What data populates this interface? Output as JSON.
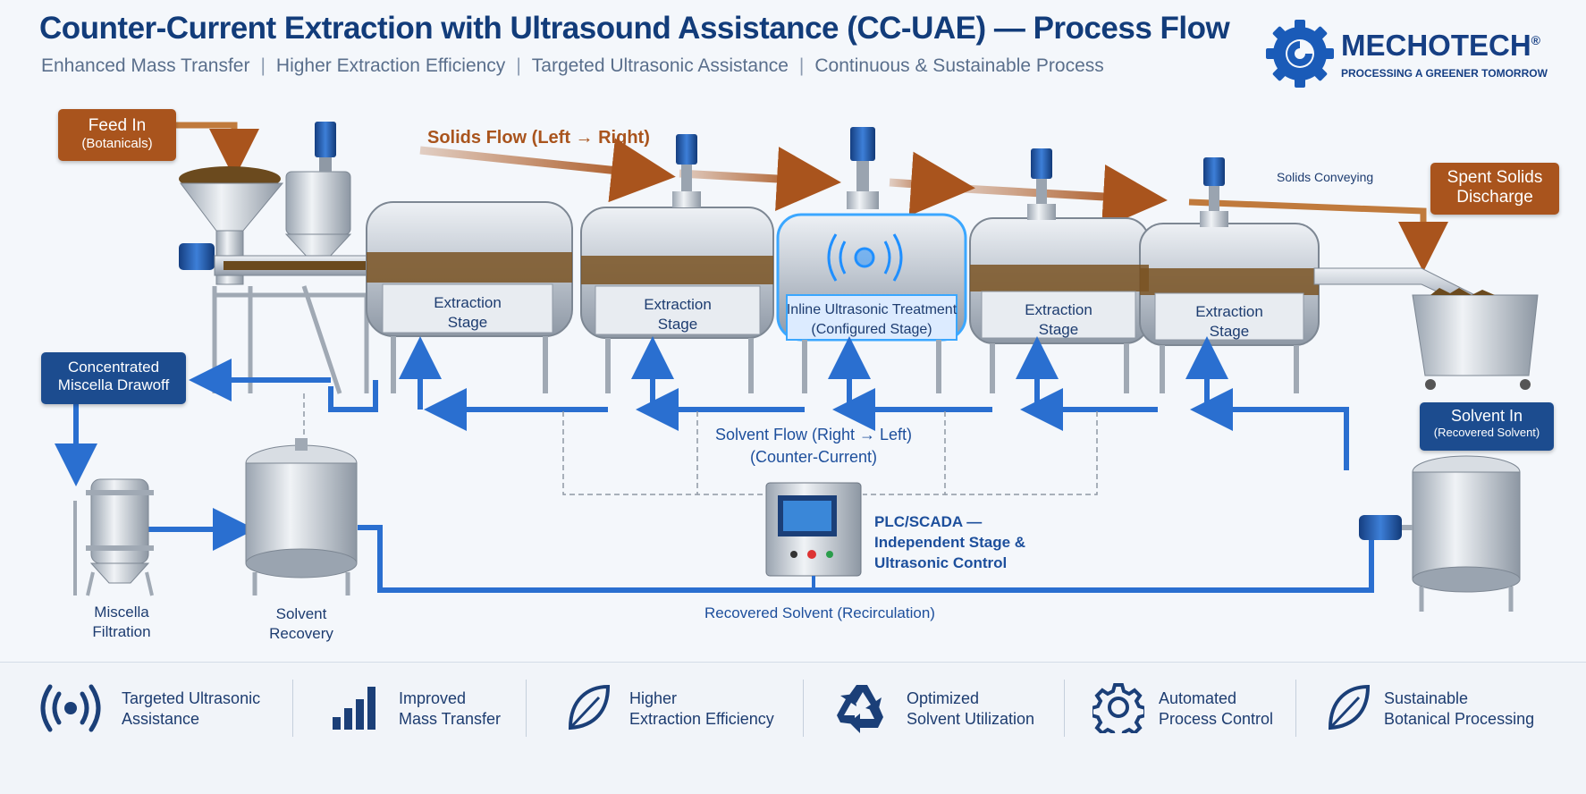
{
  "header": {
    "title": "Counter-Current Extraction with Ultrasound Assistance (CC-UAE) — Process Flow",
    "subtitle_items": [
      "Enhanced Mass Transfer",
      "Higher Extraction Efficiency",
      "Targeted Ultrasonic Assistance",
      "Continuous & Sustainable Process"
    ],
    "separator": "|"
  },
  "logo": {
    "name": "MECHOTECH",
    "registered": "®",
    "tagline": "PROCESSING A GREENER TOMORROW",
    "icon": "gear-icon"
  },
  "colors": {
    "navy": "#123c7a",
    "orange": "#a9541d",
    "blue_pipe": "#2a6fd0",
    "steel": "#c9d0d8"
  },
  "diagram": {
    "feed_in": {
      "line1": "Feed In",
      "line2": "(Botanicals)"
    },
    "solids_flow": "Solids Flow (Left → Right)",
    "solids_conveying": "Solids Conveying",
    "spent_solids": {
      "line1": "Spent Solids",
      "line2": "Discharge"
    },
    "stages": [
      {
        "line1": "Extraction",
        "line2": "Stage"
      },
      {
        "line1": "Extraction",
        "line2": "Stage"
      },
      {
        "line1": "Inline Ultrasonic Treatment",
        "line2": "(Configured Stage)"
      },
      {
        "line1": "Extraction",
        "line2": "Stage"
      },
      {
        "line1": "Extraction",
        "line2": "Stage"
      }
    ],
    "concentrated_miscella": {
      "line1": "Concentrated",
      "line2": "Miscella Drawoff"
    },
    "solvent_flow": {
      "line1": "Solvent Flow (Right → Left)",
      "line2": "(Counter-Current)"
    },
    "solvent_in": {
      "line1": "Solvent In",
      "line2": "(Recovered Solvent)"
    },
    "plc": {
      "line1": "PLC/SCADA —",
      "line2": "Independent Stage &",
      "line3": "Ultrasonic Control"
    },
    "miscella_filtration": {
      "line1": "Miscella",
      "line2": "Filtration"
    },
    "solvent_recovery": {
      "line1": "Solvent",
      "line2": "Recovery"
    },
    "recovered_solvent": "Recovered Solvent (Recirculation)"
  },
  "features": [
    {
      "icon": "ultrasound-waves-icon",
      "line1": "Targeted Ultrasonic",
      "line2": "Assistance"
    },
    {
      "icon": "bar-chart-icon",
      "line1": "Improved",
      "line2": "Mass Transfer"
    },
    {
      "icon": "leaf-icon",
      "line1": "Higher",
      "line2": "Extraction Efficiency"
    },
    {
      "icon": "recycle-icon",
      "line1": "Optimized",
      "line2": "Solvent Utilization"
    },
    {
      "icon": "gear-icon",
      "line1": "Automated",
      "line2": "Process Control"
    },
    {
      "icon": "leaf-icon",
      "line1": "Sustainable",
      "line2": "Botanical Processing"
    }
  ]
}
